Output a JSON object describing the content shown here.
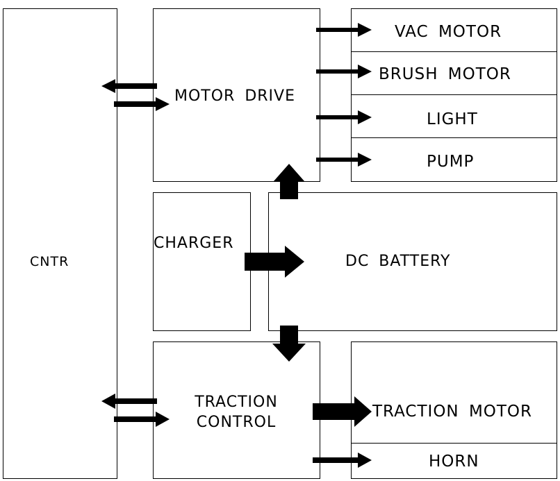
{
  "diagram": {
    "blocks": {
      "cntr": "CNTR",
      "motor_drive": "MOTOR DRIVE",
      "vac_motor": "VAC MOTOR",
      "brush_motor": "BRUSH MOTOR",
      "light": "LIGHT",
      "pump": "PUMP",
      "charger": "CHARGER",
      "dc_battery": "DC BATTERY",
      "traction_control_line1": "TRACTION",
      "traction_control_line2": "CONTROL",
      "traction_motor": "TRACTION MOTOR",
      "horn": "HORN"
    },
    "colors": {
      "line": "#000000",
      "background": "#ffffff"
    }
  }
}
